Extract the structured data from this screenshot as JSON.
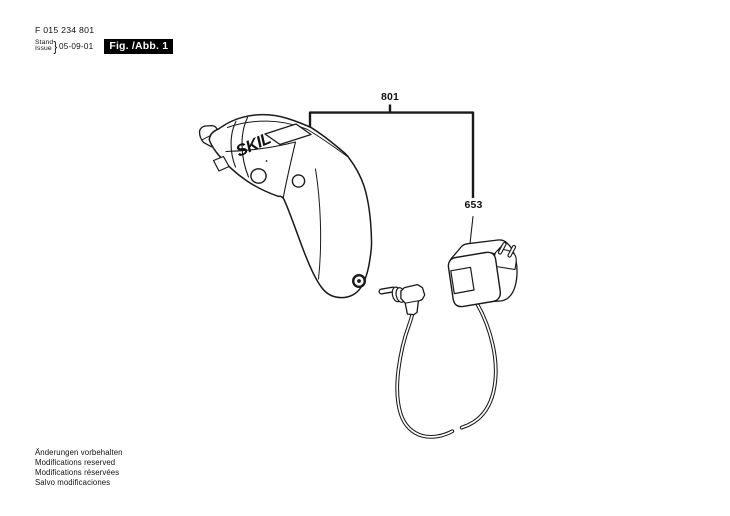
{
  "header": {
    "part_number": "F 015 234 801",
    "stand_label": "Stand",
    "issue_label": "Issue",
    "brace": "}",
    "issue_date": "05-09-01",
    "figure_label": "Fig. /Abb. 1"
  },
  "diagram": {
    "callouts": {
      "assembly": "801",
      "charger": "653"
    },
    "tool_brand": "SKIL"
  },
  "footer": {
    "lines": [
      "Änderungen vorbehalten",
      "Modifications reserved",
      "Modifications réservées",
      "Salvo modificaciones"
    ]
  },
  "colors": {
    "ink": "#1a1a1a",
    "background": "#ffffff",
    "figure_box_bg": "#000000",
    "figure_box_text": "#ffffff"
  }
}
